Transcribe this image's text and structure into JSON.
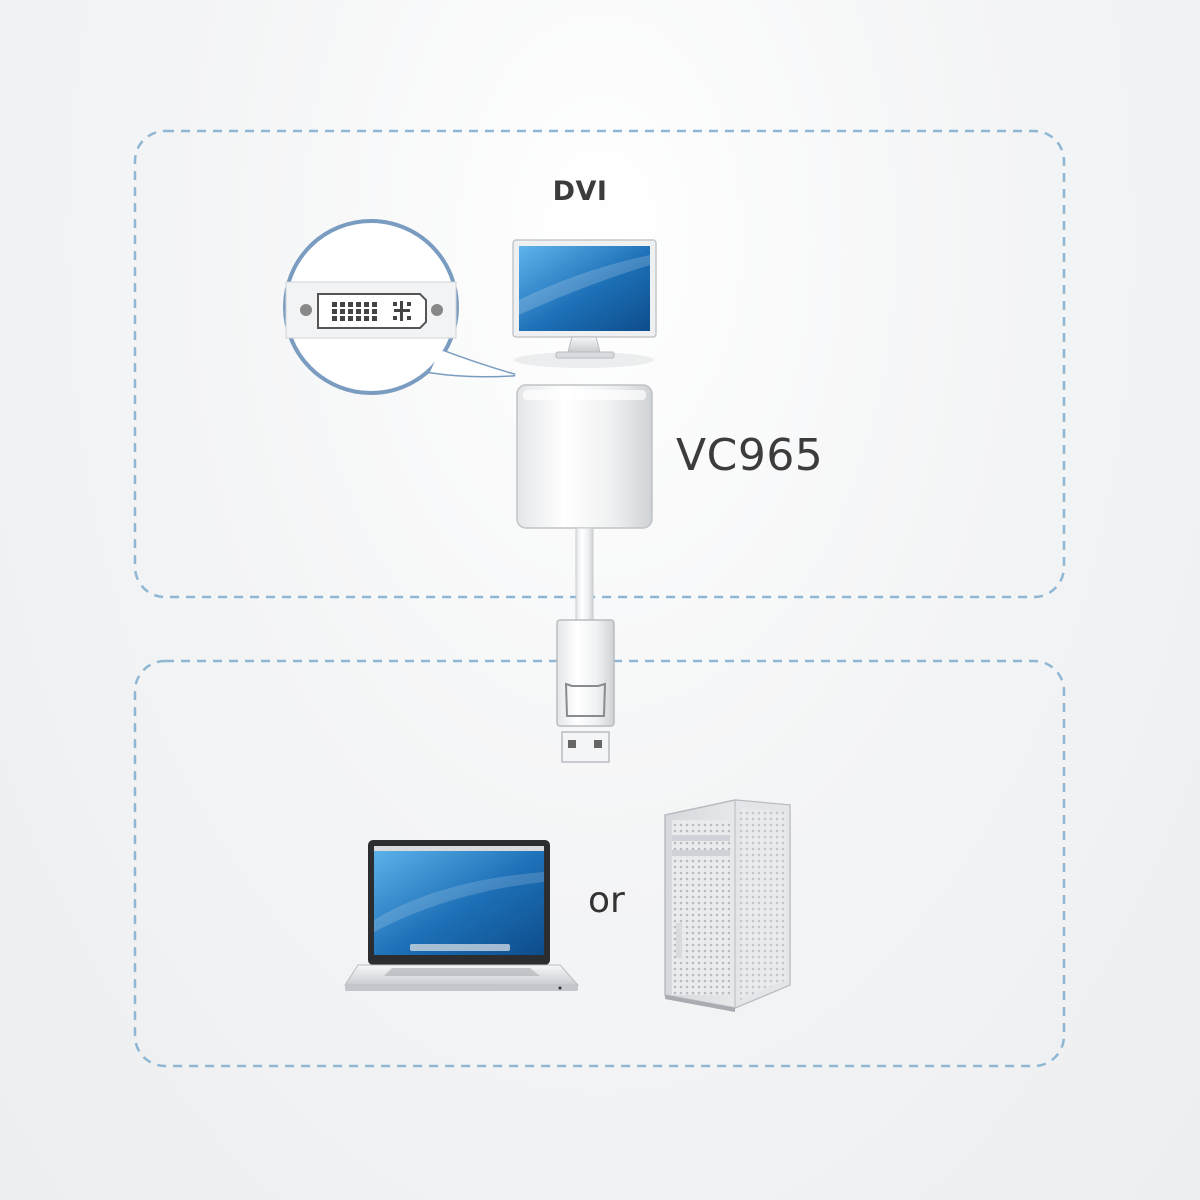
{
  "labels": {
    "dvi": "DVI",
    "model": "VC965",
    "or": "or"
  },
  "icons": {
    "monitor": "monitor-icon",
    "adapter": "adapter-icon",
    "displayport_plug": "displayport-connector-icon",
    "laptop": "laptop-icon",
    "desktop_tower": "desktop-tower-icon",
    "dvi_port_callout": "dvi-port-callout-icon"
  },
  "colors": {
    "dashed_border": "#8fb7d3",
    "text": "#3c3c3c",
    "screen_blue": "#1f6fb3",
    "callout_ring": "#7a9cc0"
  }
}
